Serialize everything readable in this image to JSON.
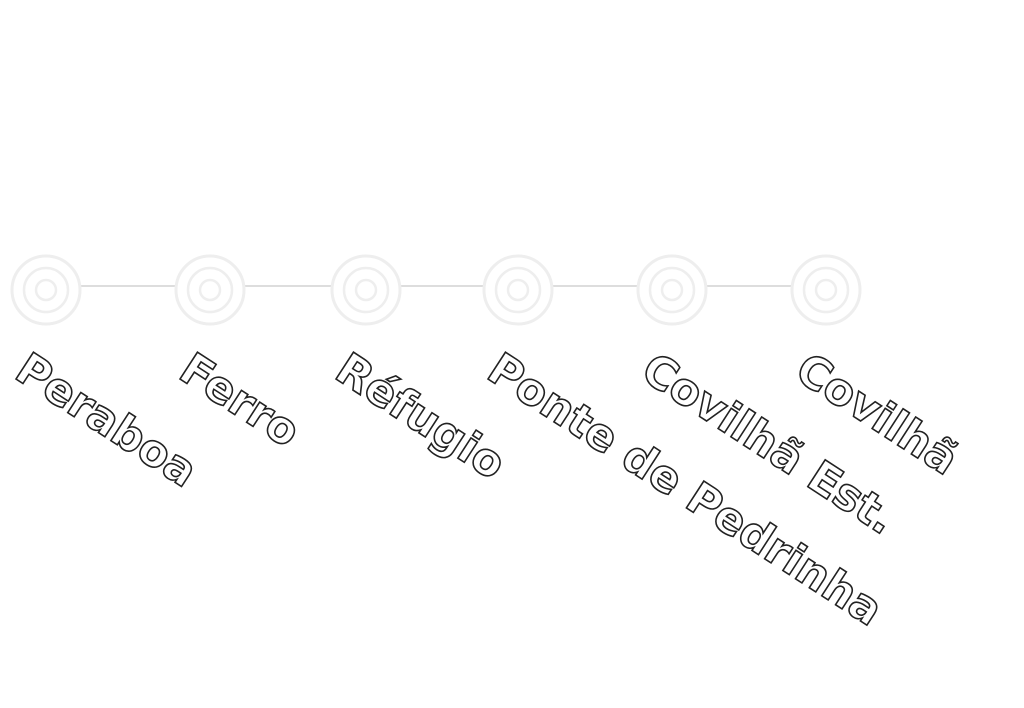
{
  "stations": [
    {
      "name": "Peraboa"
    },
    {
      "name": "Ferro"
    },
    {
      "name": "Réfugio"
    },
    {
      "name": "Ponte de Pedrinha"
    },
    {
      "name": "Covilhã Est."
    },
    {
      "name": "Covilhã"
    }
  ],
  "colors": {
    "background": "#ffffff",
    "marker": "#eeeeee",
    "line": "#dddddd",
    "label_fill": "#ffffff",
    "label_outline": "#222222"
  }
}
